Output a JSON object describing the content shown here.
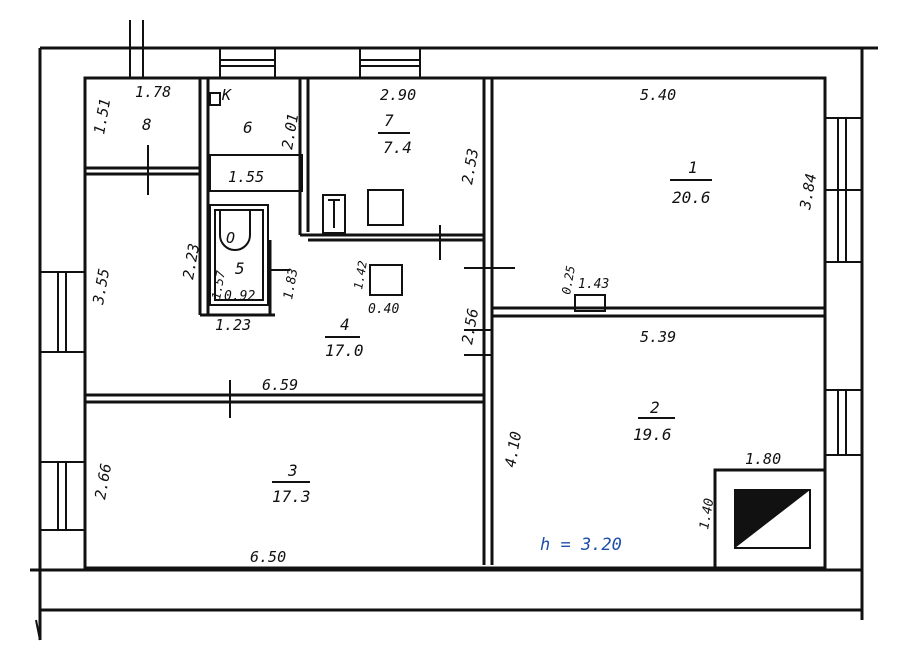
{
  "plan": {
    "rooms": [
      {
        "number": "1",
        "area": "20.6"
      },
      {
        "number": "2",
        "area": "19.6"
      },
      {
        "number": "3",
        "area": "17.3"
      },
      {
        "number": "4",
        "area": "17.0"
      },
      {
        "number": "5",
        "area": ""
      },
      {
        "number": "6",
        "area": ""
      },
      {
        "number": "7",
        "area": "7.4"
      },
      {
        "number": "8",
        "area": ""
      }
    ],
    "dimensions": {
      "r8_width": "1.78",
      "r8_height": "1.51",
      "r6_height": "2.01",
      "bath": "1.55",
      "r7_width": "2.90",
      "r7_height": "2.53",
      "r1_width": "5.40",
      "r1_height": "3.84",
      "corr_height": "3.55",
      "corr_small": "2.23",
      "toilet_h": "1.57",
      "toilet_w": "0.92",
      "toilet_h2": "1.83",
      "toilet_outer": "1.23",
      "closet_h": "1.42",
      "closet_w": "0.40",
      "r4_height": "2.56",
      "r4_width": "6.59",
      "niche_h": "0.25",
      "niche_w": "1.43",
      "r2_width": "5.39",
      "r2_height": "4.10",
      "stove_w": "1.80",
      "stove_h": "1.40",
      "r3_height": "2.66",
      "r3_width": "6.50"
    },
    "stove_letter": "K",
    "toilet_letter": "O",
    "ceiling_height": "h = 3.20"
  }
}
